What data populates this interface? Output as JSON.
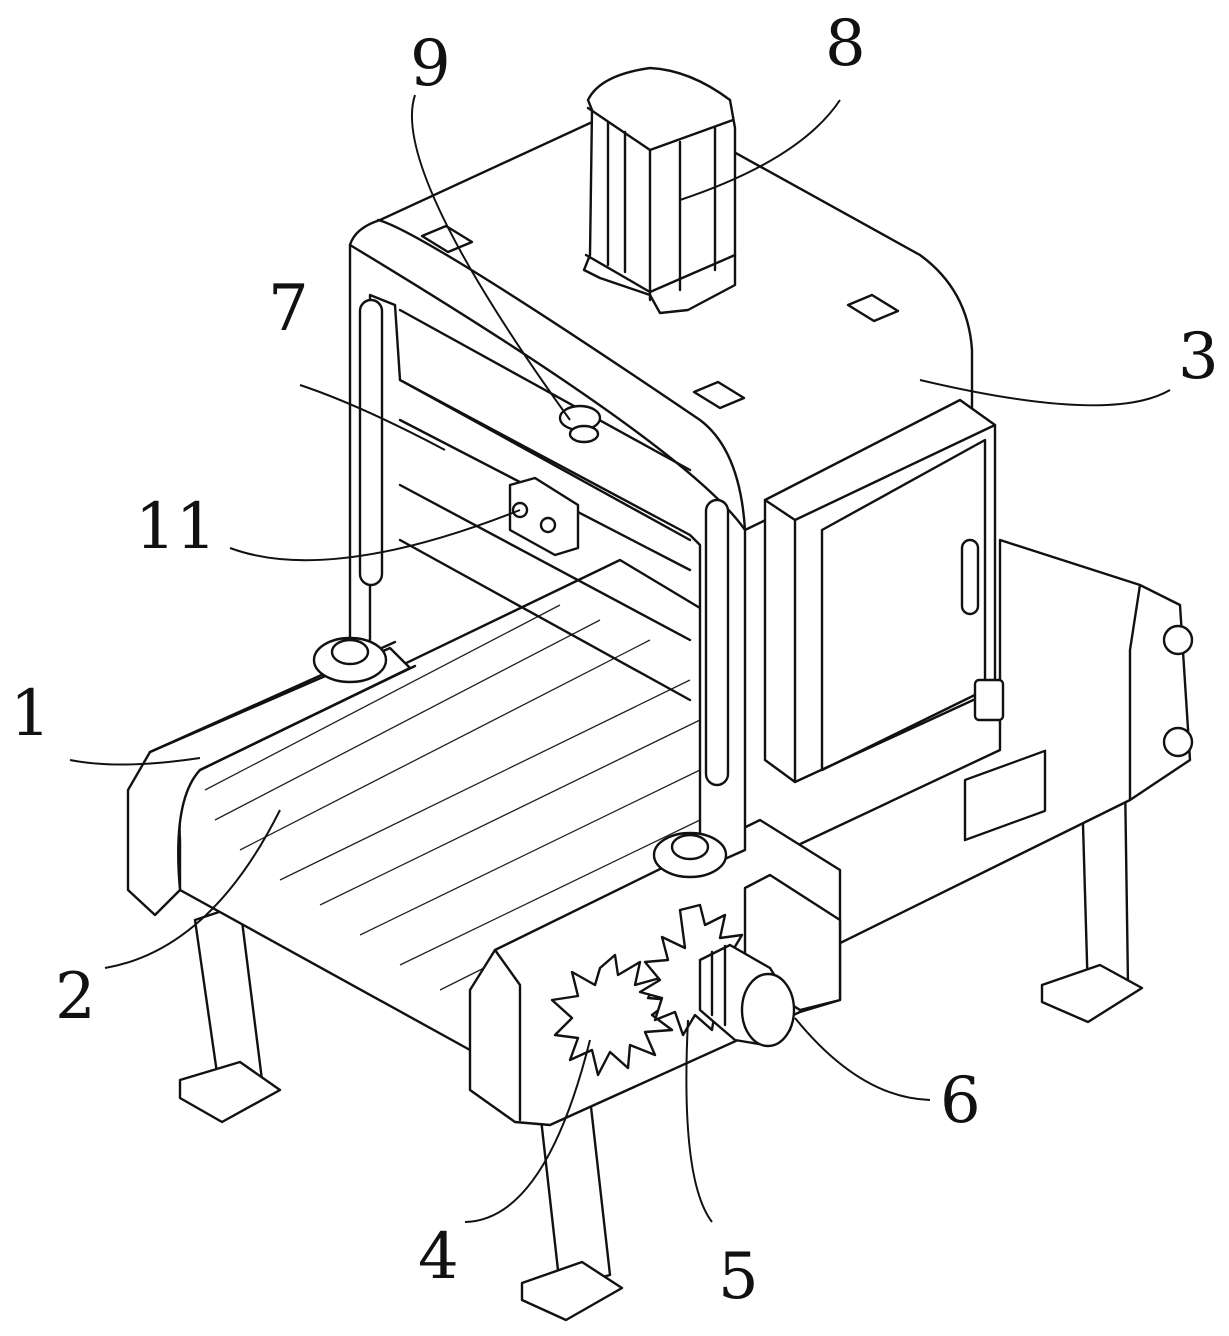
{
  "labels": {
    "l1": "1",
    "l2": "2",
    "l3": "3",
    "l4": "4",
    "l5": "5",
    "l6": "6",
    "l7": "7",
    "l8": "8",
    "l9": "9",
    "l11": "11"
  }
}
